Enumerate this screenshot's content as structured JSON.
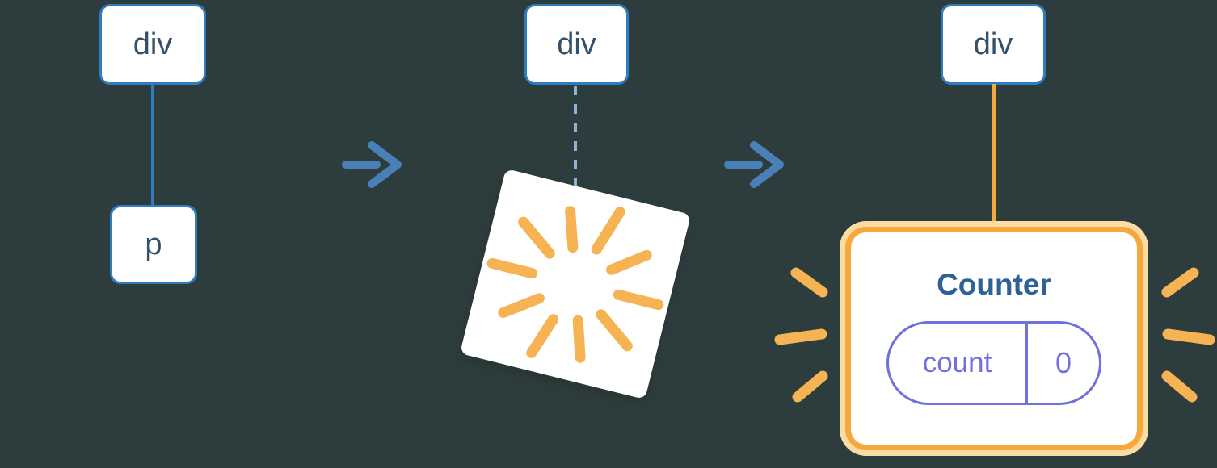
{
  "colors": {
    "background": "#2d3c3c",
    "box_border": "#2f7cc0",
    "box_text": "#33516b",
    "arrow": "#4a80b8",
    "dashed": "#8fb3d4",
    "orange": "#f6a83c",
    "orange_light": "#fbdda4",
    "spark": "#f6b354",
    "purple": "#7170dc",
    "counter_text": "#2e6195"
  },
  "stage_before": {
    "parent": "div",
    "child": "p"
  },
  "stage_removal": {
    "parent": "div"
  },
  "stage_after": {
    "parent": "div",
    "component": "Counter",
    "state_key": "count",
    "state_value": "0"
  }
}
